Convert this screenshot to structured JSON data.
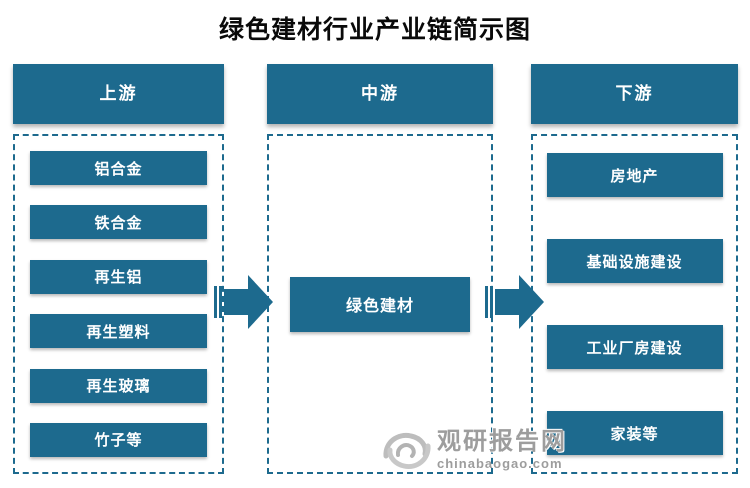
{
  "title": "绿色建材行业产业链简示图",
  "columns": [
    {
      "id": "upstream",
      "header": "上游",
      "items": [
        "铝合金",
        "铁合金",
        "再生铝",
        "再生塑料",
        "再生玻璃",
        "竹子等"
      ]
    },
    {
      "id": "midstream",
      "header": "中游",
      "items": [
        "绿色建材"
      ]
    },
    {
      "id": "downstream",
      "header": "下游",
      "items": [
        "房地产",
        "基础设施建设",
        "工业厂房建设",
        "家装等"
      ]
    }
  ],
  "arrows": [
    {
      "id": "upstream-to-midstream",
      "direction": "right"
    },
    {
      "id": "midstream-to-downstream",
      "direction": "right"
    }
  ],
  "watermark": {
    "name": "观研报告网",
    "url": "chinabaogao.com",
    "logo_icon": "swirl-logo-icon"
  },
  "colors": {
    "primary": "#1d6a8e",
    "watermark_gray": "#9d9d9d",
    "background": "#ffffff",
    "title_text": "#0a0a0a"
  }
}
